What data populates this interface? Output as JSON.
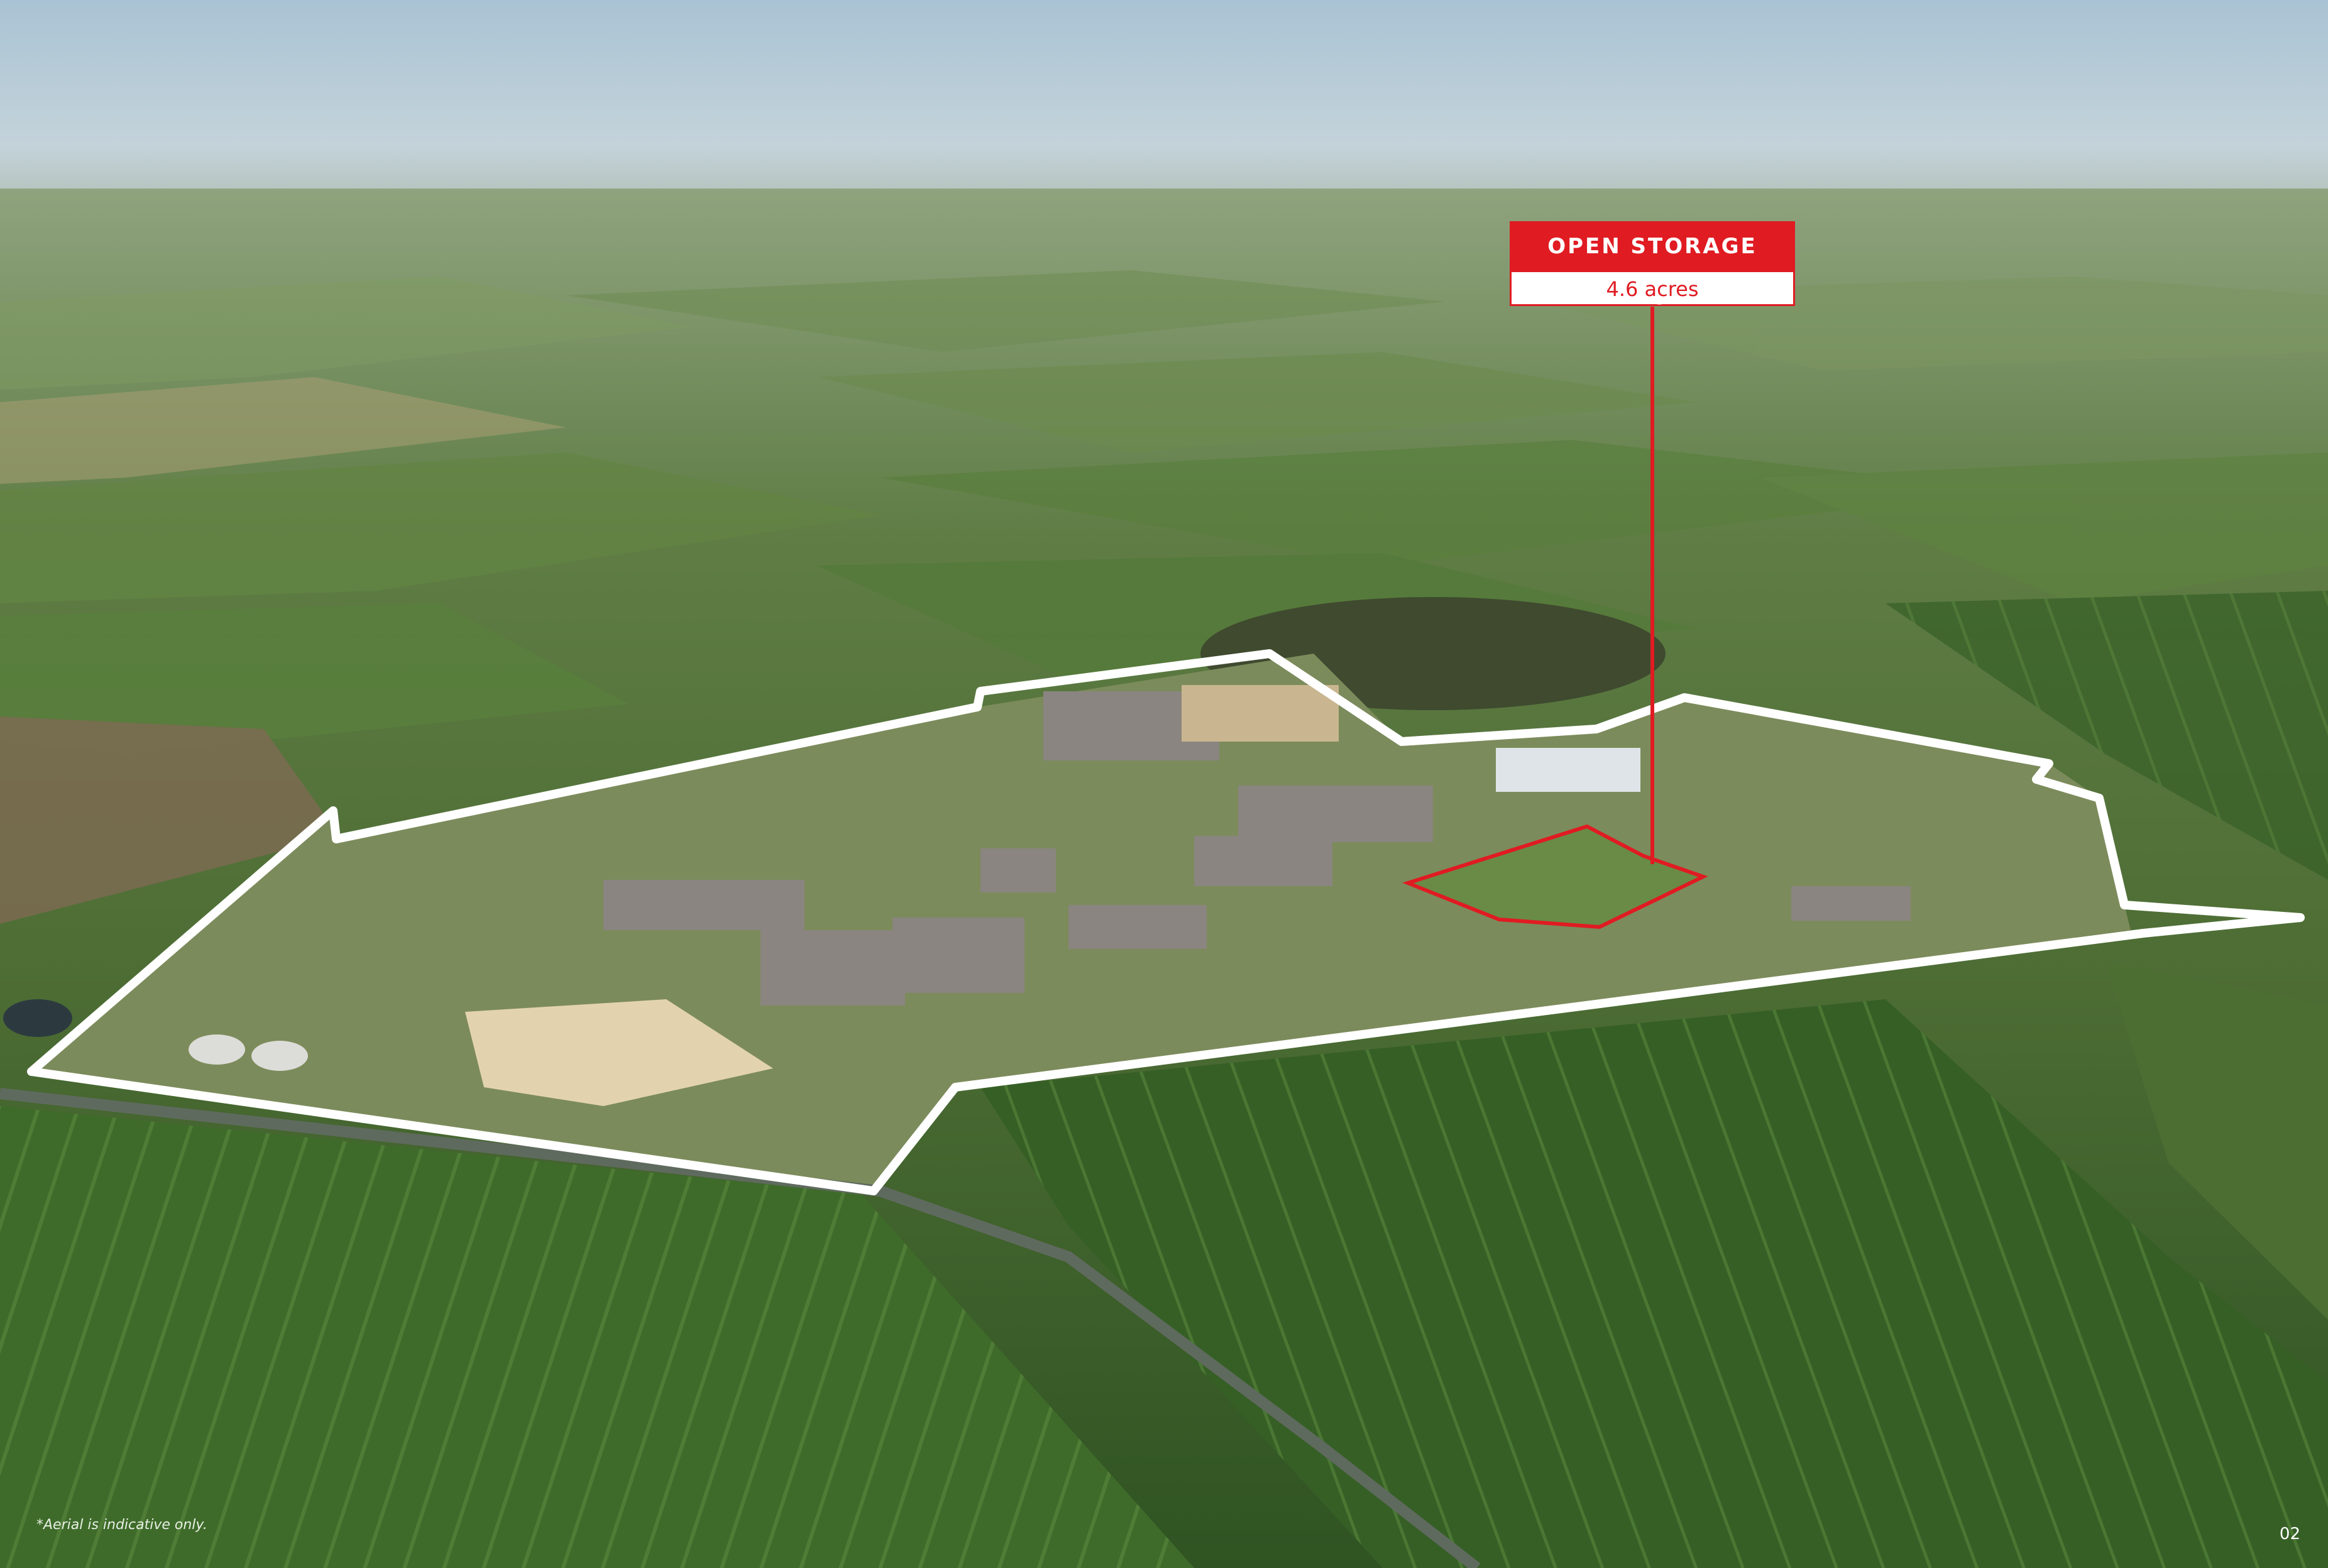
{
  "callout": {
    "title": "OPEN STORAGE PLOT",
    "value": "4.6 acres",
    "accent_color": "#e01b22"
  },
  "site_boundary_color": "#ffffff",
  "disclaimer": "*Aerial is indicative only.",
  "page_number": "02"
}
